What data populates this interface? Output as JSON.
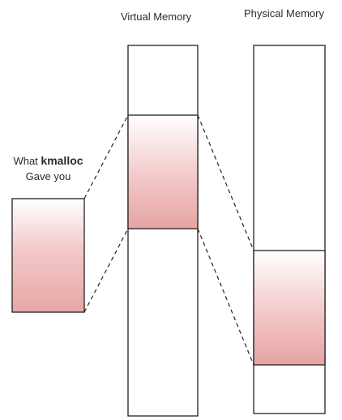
{
  "headings": {
    "virtual": "Virtual Memory",
    "physical": "Physical Memory"
  },
  "kmalloc_label": {
    "prefix": "What ",
    "keyword": "kmalloc",
    "suffix": "Gave you"
  },
  "colors": {
    "outline": "#222222",
    "highlight_edge": "#ffffff",
    "highlight_center": "#e8a6a6",
    "text": "#2b2b2b"
  }
}
